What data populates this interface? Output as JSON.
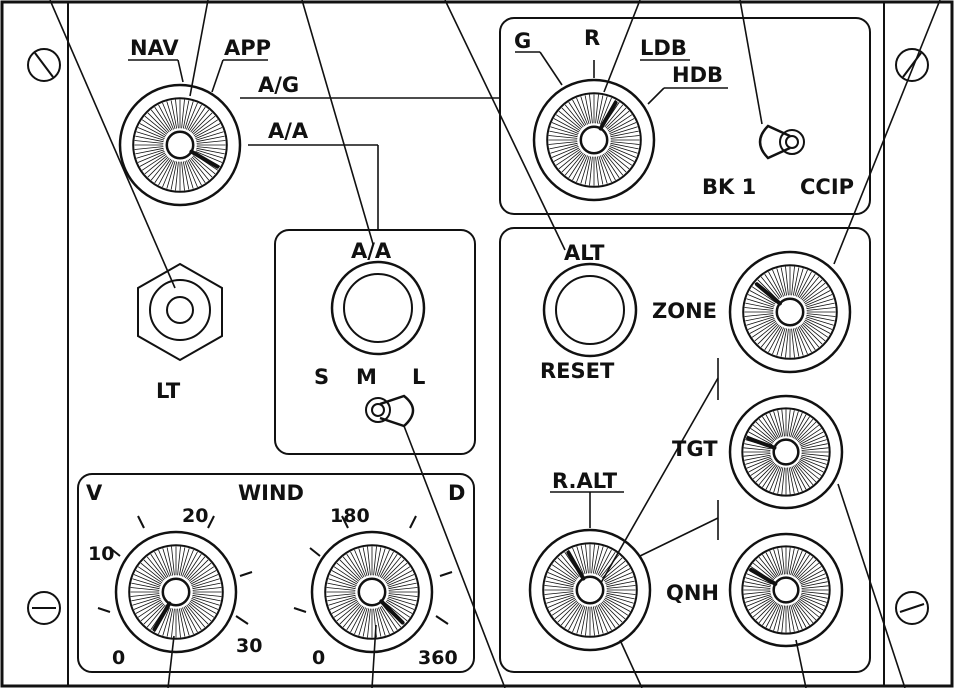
{
  "colors": {
    "ink": "#111111",
    "paper": "#ffffff"
  },
  "labels": {
    "nav": "NAV",
    "app": "APP",
    "ag": "A/G",
    "aa_mode": "A/A",
    "lt": "LT",
    "aa_button": "A/A",
    "size_s": "S",
    "size_m": "M",
    "size_l": "L",
    "g": "G",
    "r": "R",
    "ldb": "LDB",
    "hdb": "HDB",
    "bk1": "BK 1",
    "ccip": "CCIP",
    "alt": "ALT",
    "reset": "RESET",
    "zone": "ZONE",
    "tgt": "TGT",
    "ralt": "R.ALT",
    "qnh": "QNH",
    "v": "V",
    "wind": "WIND",
    "d": "D",
    "v_scale": [
      "10",
      "20",
      "0",
      "30"
    ],
    "d_scale": [
      "180",
      "0",
      "360"
    ]
  },
  "icons": {
    "screw": "screw-icon",
    "knob": "rotary-knob-icon",
    "toggle": "toggle-switch-icon",
    "button": "push-button-icon",
    "hex": "hex-light-icon"
  }
}
